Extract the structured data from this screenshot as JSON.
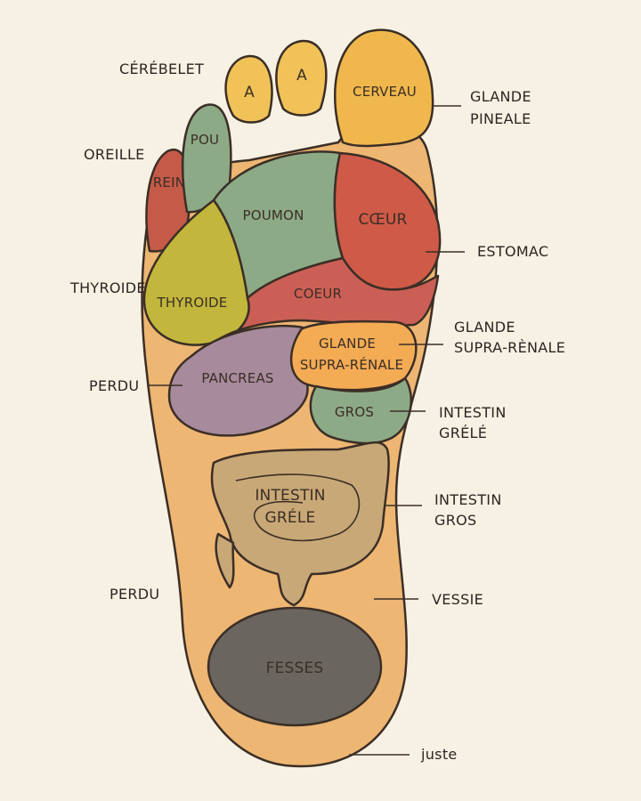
{
  "colors": {
    "background": "#f7f1e3",
    "foot": "#edb673",
    "toe_small": "#c55a48",
    "toe_green": "#8daa86",
    "toe_yellow": "#f0c257",
    "cerveau": "#f0b84c",
    "poumon": "#8daa86",
    "coeur_red": "#cf5a47",
    "coeur_lower": "#cc5f55",
    "thyroide": "#c2b63c",
    "glande_supra": "#f3ab54",
    "pancreas": "#a78a9b",
    "gros": "#8daa86",
    "intestin": "#c9a877",
    "fesses": "#6a665f",
    "outline": "#3b2e26"
  },
  "external_labels": {
    "cerebelet": "CÉRÉBELET",
    "oreille": "OREILLE",
    "thyroide": "THYROIDE",
    "perdu_upper": "PERDU",
    "perdu_lower": "PERDU",
    "glande_pineale": [
      "GLANDE",
      "PINEALE"
    ],
    "estomac": "ESTOMAC",
    "glande_supra_renale": [
      "GLANDE",
      "SUPRA-RÈNALE"
    ],
    "intestin_grele": [
      "INTESTIN",
      "GRÉLÉ"
    ],
    "intestin_gros": [
      "INTESTIN",
      "GROS"
    ],
    "vessie": "VESSIE",
    "juste": "juste"
  },
  "zone_labels": {
    "rein": "REIN",
    "pou": "POU",
    "a1": "A",
    "a2": "A",
    "cerveau": "CERVEAU",
    "poumon": "POUMON",
    "coeur_upper": "CŒUR",
    "thyroide": "THYROIDE",
    "coeur_lower": "COEUR",
    "glande_supra": [
      "GLANDE",
      "SUPRA-RÉNALE"
    ],
    "pancreas": "PANCREAS",
    "gros": "GROS",
    "intestin_grele": [
      "INTESTIN",
      "GRÉLE"
    ],
    "fesses": "FESSES"
  }
}
